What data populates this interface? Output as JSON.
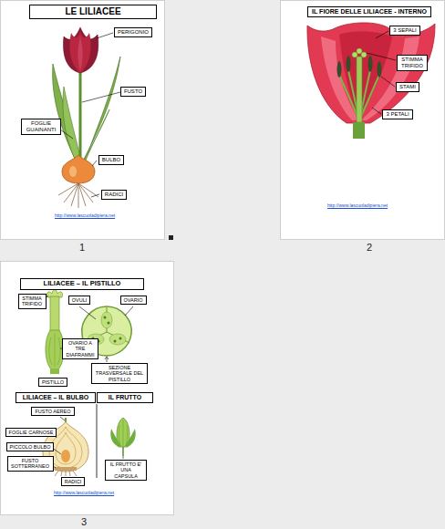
{
  "diagram": {
    "nodes": [
      {
        "text": [
          "LE LILIACEE"
        ]
      },
      {
        "text": [
          "PERIGONIO"
        ]
      },
      {
        "text": [
          "FUSTO"
        ]
      },
      {
        "text": [
          "FOGLIE GUAINANTI"
        ]
      },
      {
        "text": [
          "BULBO"
        ]
      },
      {
        "text": [
          "RADICI"
        ]
      },
      {
        "text": [
          "IL FIORE DELLE LILIACEE - INTERNO"
        ]
      },
      {
        "text": [
          "3 SEPALI"
        ]
      },
      {
        "text": [
          "STIMMA TRIFIDO"
        ]
      },
      {
        "text": [
          "STAMI"
        ]
      },
      {
        "text": [
          "3 PETALI"
        ]
      },
      {
        "text": [
          "LILIACEE – IL PISTILLO"
        ]
      },
      {
        "text": [
          "STIMMA TRIFIDO"
        ]
      },
      {
        "text": [
          "OVULI"
        ]
      },
      {
        "text": [
          "OVARIO"
        ]
      },
      {
        "text": [
          "OVARIO A TRE DIAFRAMMI"
        ]
      },
      {
        "text": [
          "PISTILLO"
        ]
      },
      {
        "text": [
          "SEZIONE TRASVERSALE DEL PISTILLO"
        ]
      },
      {
        "text": [
          "LILIACEE – IL BULBO"
        ]
      },
      {
        "text": [
          "IL FRUTTO"
        ]
      },
      {
        "text": [
          "FUSTO AEREO"
        ]
      },
      {
        "text": [
          "FOGLIE CARNOSE"
        ]
      },
      {
        "text": [
          "PICCOLO BULBO"
        ]
      },
      {
        "text": [
          "FUSTO SOTTERRANEO"
        ]
      },
      {
        "text": [
          "RADICI"
        ]
      },
      {
        "text": [
          "IL FRUTTO E' UNA CAPSULA"
        ]
      }
    ],
    "labels": [
      "http://www.lascuoladipiera.net",
      "http://www.lascuoladipiera.net",
      "1",
      "2",
      "http://www.lascuoladipiera.net",
      "3"
    ]
  }
}
